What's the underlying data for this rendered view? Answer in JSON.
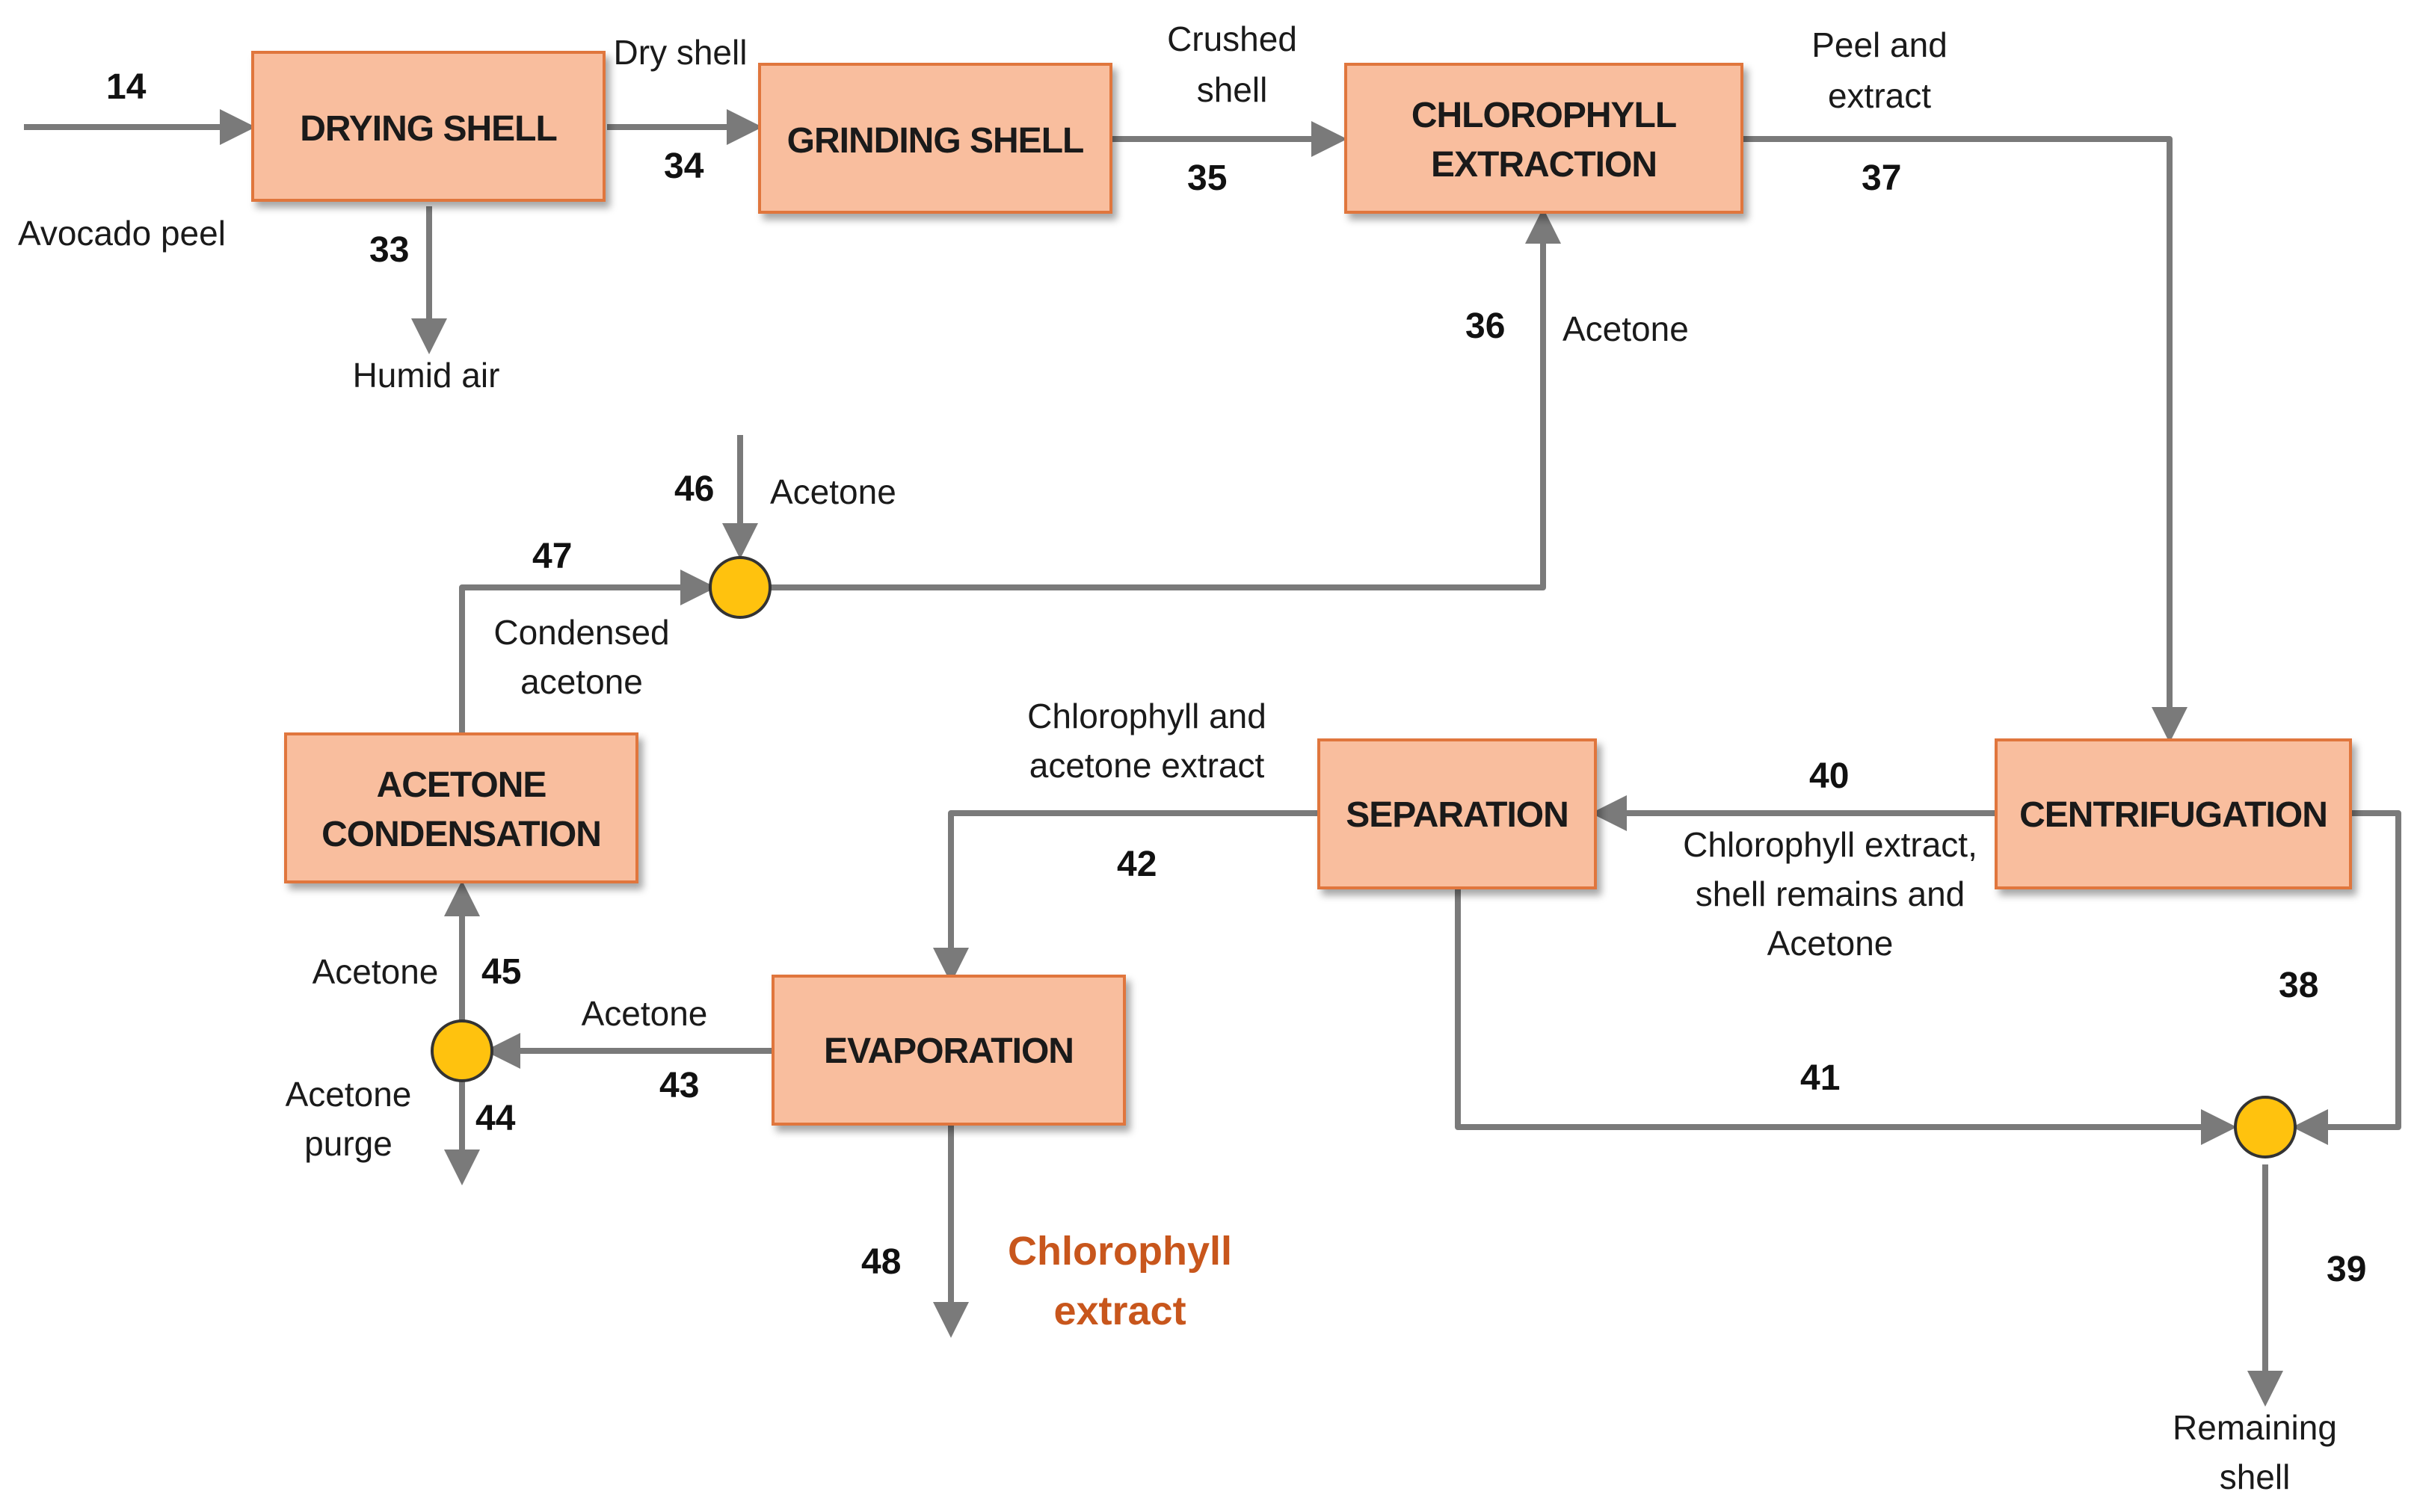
{
  "colors": {
    "box_fill": "#f9be9e",
    "box_border": "#e0763c",
    "arrow": "#7a7a7a",
    "mixer": "#ffc20e",
    "product_text": "#c8561c"
  },
  "units": {
    "drying": [
      "DRYING SHELL"
    ],
    "grinding": [
      "GRINDING SHELL"
    ],
    "extraction": [
      "CHLOROPHYLL",
      "EXTRACTION"
    ],
    "centrifugation": [
      "CENTRIFUGATION"
    ],
    "separation": [
      "SEPARATION"
    ],
    "evaporation": [
      "EVAPORATION"
    ],
    "condensation": [
      "ACETONE",
      "CONDENSATION"
    ]
  },
  "streams": {
    "s14": {
      "number": "14",
      "label": [
        "Avocado peel"
      ]
    },
    "s33": {
      "number": "33",
      "label": [
        "Humid air"
      ]
    },
    "s34": {
      "number": "34",
      "label": [
        "Dry shell"
      ]
    },
    "s35": {
      "number": "35",
      "label": [
        "Crushed",
        "shell"
      ]
    },
    "s36": {
      "number": "36",
      "label": [
        "Acetone"
      ]
    },
    "s37": {
      "number": "37",
      "label": [
        "Peel and",
        "extract"
      ]
    },
    "s38": {
      "number": "38",
      "label": []
    },
    "s39": {
      "number": "39",
      "label": [
        "Remaining",
        "shell"
      ]
    },
    "s40": {
      "number": "40",
      "label": [
        "Chlorophyll extract,",
        "shell remains and",
        "Acetone"
      ]
    },
    "s41": {
      "number": "41",
      "label": []
    },
    "s42": {
      "number": "42",
      "label": [
        "Chlorophyll and",
        "acetone extract"
      ]
    },
    "s43": {
      "number": "43",
      "label": [
        "Acetone"
      ]
    },
    "s44": {
      "number": "44",
      "label": [
        "Acetone",
        "purge"
      ]
    },
    "s45": {
      "number": "45",
      "label": [
        "Acetone"
      ]
    },
    "s46": {
      "number": "46",
      "label": [
        "Acetone"
      ]
    },
    "s47": {
      "number": "47",
      "label": [
        "Condensed",
        "acetone"
      ]
    },
    "s48": {
      "number": "48",
      "label": [
        "Chlorophyll",
        "extract"
      ]
    }
  }
}
